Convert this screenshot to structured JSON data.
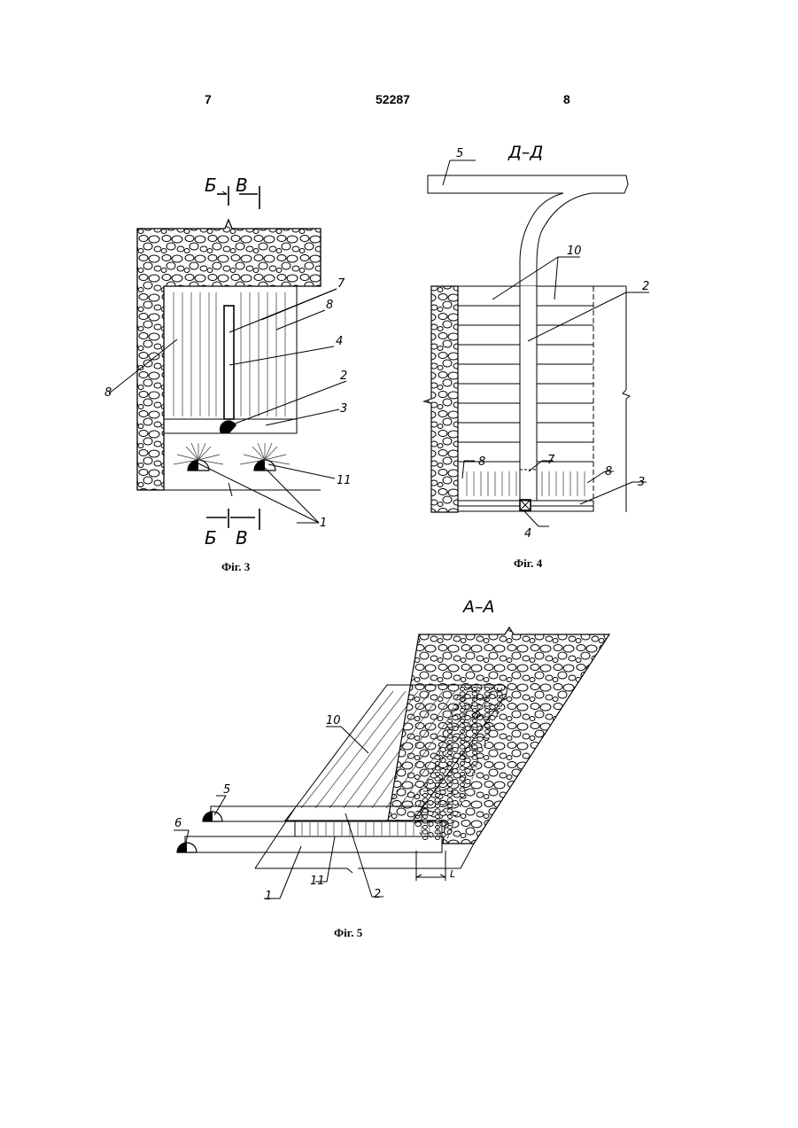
{
  "header": {
    "left_page": "7",
    "patent_number": "52287",
    "right_page": "8"
  },
  "fig3": {
    "caption": "Фіг. 3",
    "section_top_left": "Б",
    "section_top_right": "В",
    "section_bottom_left": "Б",
    "section_bottom_right": "В",
    "labels": {
      "l7": "7",
      "l8a": "8",
      "l8b": "8",
      "l4": "4",
      "l2": "2",
      "l3": "3",
      "l11": "11",
      "l1": "1"
    }
  },
  "fig4": {
    "caption": "Фіг. 4",
    "section_title": "Д–Д",
    "labels": {
      "l5": "5",
      "l10": "10",
      "l2": "2",
      "l8a": "8",
      "l7": "7",
      "l8b": "8",
      "l3": "3",
      "l4": "4"
    }
  },
  "fig5": {
    "caption": "Фіг. 5",
    "section_title": "А–А",
    "labels": {
      "l10": "10",
      "l5": "5",
      "l6": "6",
      "l1": "1",
      "l11": "11",
      "l2": "2",
      "lL": "L"
    }
  }
}
